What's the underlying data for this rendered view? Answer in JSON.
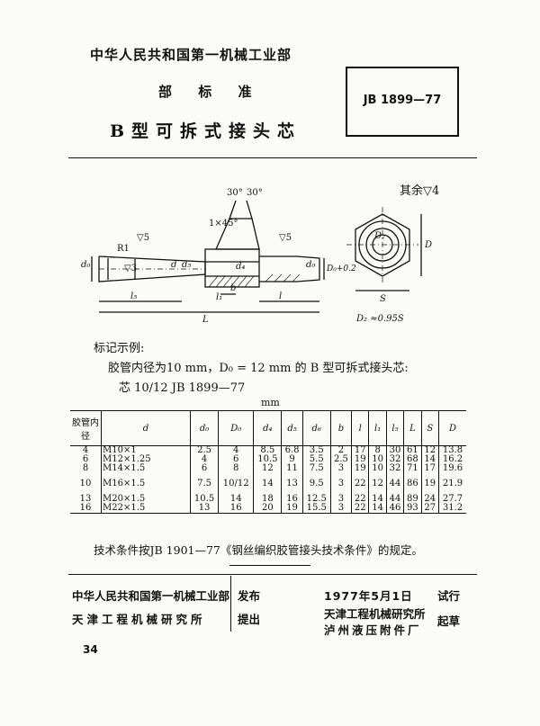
{
  "header": {
    "ministry": "中华人民共和国第一机械工业部",
    "standard_type": "部 标 准",
    "title": "B型可拆式接头芯",
    "standard_number": "JB 1899—77"
  },
  "drawing": {
    "roughness_note": "其余▽4",
    "labels": {
      "angle1": "30°",
      "angle2": "30°",
      "chamfer": "1×45°",
      "r1": "R1",
      "finish5a": "▽5",
      "finish5b": "▽5",
      "finish3": "▽3",
      "d0_left": "d₀",
      "d": "d",
      "d5": "d₅",
      "d4": "d₄",
      "d0_right": "d₀",
      "D0_tol": "D₀+0.2",
      "l5": "l₅",
      "l1": "l₁",
      "b": "b",
      "l": "l",
      "L": "L",
      "D2": "D₂",
      "D": "D",
      "S": "S",
      "hex_note": "D₂ ≈0.95S"
    }
  },
  "example": {
    "title": "标记示例:",
    "line1": "胶管内径为10 mm，D₀ = 12 mm 的 B 型可拆式接头芯:",
    "line2": "芯  10/12   JB 1899—77"
  },
  "table": {
    "unit": "mm",
    "headers": [
      "胶管内径",
      "d",
      "d₀",
      "D₀",
      "d₄",
      "d₅",
      "d₆",
      "b",
      "l",
      "l₁",
      "l₅",
      "L",
      "S",
      "D"
    ],
    "rows": [
      [
        "4",
        "M10×1",
        "2.5",
        "4",
        "8.5",
        "6.8",
        "3.5",
        "2",
        "17",
        "8",
        "30",
        "61",
        "12",
        "13.8"
      ],
      [
        "6",
        "M12×1.25",
        "4",
        "6",
        "10.5",
        "9",
        "5.5",
        "2.5",
        "19",
        "10",
        "32",
        "68",
        "14",
        "16.2"
      ],
      [
        "8",
        "M14×1.5",
        "6",
        "8",
        "12",
        "11",
        "7.5",
        "3",
        "19",
        "10",
        "32",
        "71",
        "17",
        "19.6"
      ],
      [
        "10",
        "M16×1.5",
        "7.5",
        "10/12",
        "14",
        "13",
        "9.5",
        "3",
        "22",
        "12",
        "44",
        "86",
        "19",
        "21.9"
      ],
      [
        "13",
        "M20×1.5",
        "10.5",
        "14",
        "18",
        "16",
        "12.5",
        "3",
        "22",
        "14",
        "44",
        "89",
        "24",
        "27.7"
      ],
      [
        "16",
        "M22×1.5",
        "13",
        "16",
        "20",
        "19",
        "15.5",
        "3",
        "22",
        "14",
        "46",
        "93",
        "27",
        "31.2"
      ]
    ]
  },
  "technical_note": "技术条件按JB 1901—77《钢丝编织胶管接头技术条件》的规定。",
  "footer": {
    "issuer": "中华人民共和国第一机械工业部",
    "issue_label": "发布",
    "proposer": "天津工程机械研究所",
    "propose_label": "提出",
    "date": "1977年5月1日",
    "trial_label": "试行",
    "drafter1": "天津工程机械研究所",
    "drafter2": "泸州液压附件厂",
    "draft_label": "起草"
  },
  "page_number": "34"
}
